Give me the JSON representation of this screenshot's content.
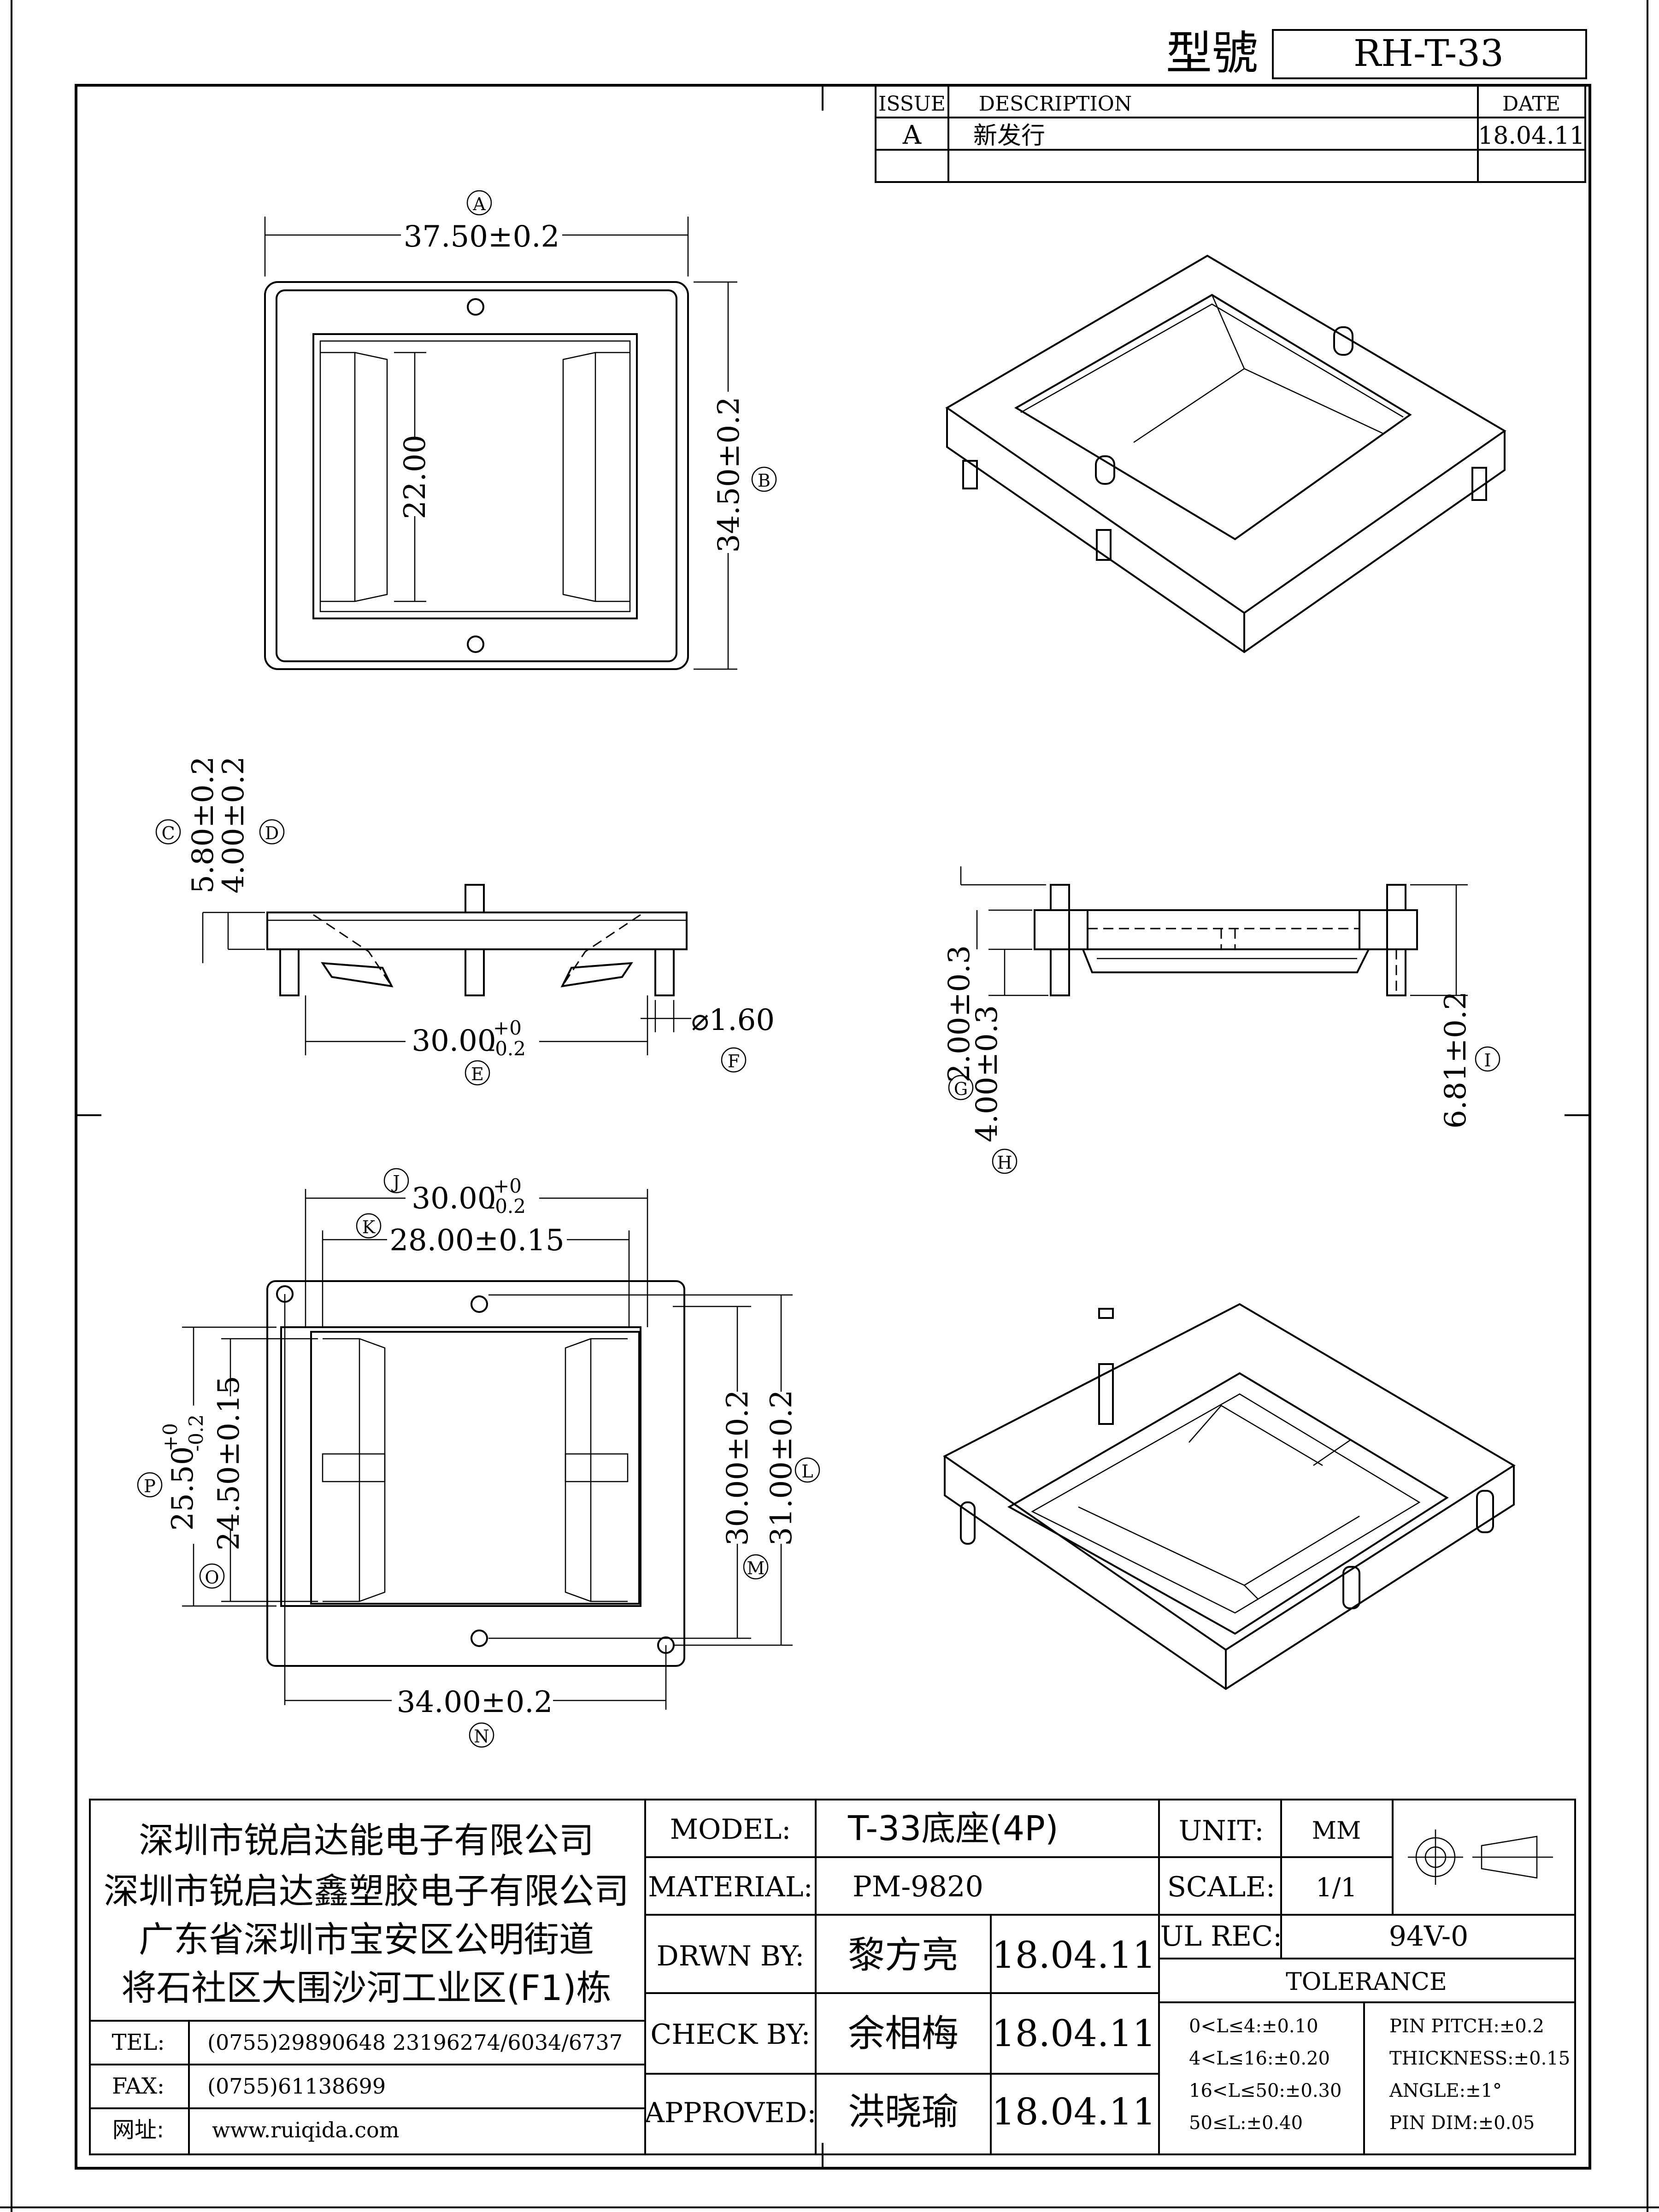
{
  "header": {
    "model_label": "型號",
    "model_no": "RH-T-33"
  },
  "revision": {
    "headers": [
      "ISSUE",
      "DESCRIPTION",
      "DATE"
    ],
    "rows": [
      {
        "issue": "A",
        "description": "新发行",
        "date": "18.04.11"
      }
    ]
  },
  "dimensions": {
    "A": {
      "letter": "A",
      "text": "37.50±0.2"
    },
    "B": {
      "letter": "B",
      "text": "34.50±0.2"
    },
    "inner_22": {
      "text": "22.00"
    },
    "C": {
      "letter": "C",
      "text": "5.80±0.2"
    },
    "D": {
      "letter": "D",
      "text": "4.00±0.2"
    },
    "E": {
      "letter": "E",
      "base": "30.00",
      "tol_up": "+0",
      "tol_down": "-0.2"
    },
    "F": {
      "letter": "F",
      "text": "⌀1.60"
    },
    "G": {
      "letter": "G",
      "text": "2.00±0.3"
    },
    "H": {
      "letter": "H",
      "text": "4.00±0.3"
    },
    "I": {
      "letter": "I",
      "text": "6.81±0.2"
    },
    "J": {
      "letter": "J",
      "base": "30.00",
      "tol_up": "+0",
      "tol_down": "-0.2"
    },
    "K": {
      "letter": "K",
      "text": "28.00±0.15"
    },
    "L": {
      "letter": "L",
      "text": "31.00±0.2"
    },
    "M": {
      "letter": "M",
      "text": "30.00±0.2"
    },
    "N": {
      "letter": "N",
      "text": "34.00±0.2"
    },
    "O": {
      "letter": "O",
      "text": "24.50±0.15"
    },
    "P": {
      "letter": "P",
      "base": "25.50",
      "tol_up": "+0",
      "tol_down": "-0.2"
    }
  },
  "title_block": {
    "company": [
      "深圳市锐启达能电子有限公司",
      "深圳市锐启达鑫塑胶电子有限公司",
      "广东省深圳市宝安区公明街道",
      "将石社区大围沙河工业区(F1)栋"
    ],
    "contacts": [
      {
        "label": "TEL:",
        "value": "(0755)29890648  23196274/6034/6737"
      },
      {
        "label": "FAX:",
        "value": "(0755)61138699"
      },
      {
        "label": "网址:",
        "value": "www.ruiqida.com"
      }
    ],
    "model": {
      "label": "MODEL:",
      "value": "T-33底座(4P)"
    },
    "material": {
      "label": "MATERIAL:",
      "value": "PM-9820"
    },
    "drawn": {
      "label": "DRWN BY:",
      "name": "黎方亮",
      "date": "18.04.11"
    },
    "checked": {
      "label": "CHECK BY:",
      "name": "余相梅",
      "date": "18.04.11"
    },
    "approved": {
      "label": "APPROVED:",
      "name": "洪晓瑜",
      "date": "18.04.11"
    },
    "unit": {
      "label": "UNIT:",
      "value": "MM"
    },
    "scale": {
      "label": "SCALE:",
      "value": "1/1"
    },
    "ul": {
      "label": "UL REC:",
      "value": "94V-0"
    },
    "tolerance": {
      "title": "TOLERANCE",
      "left": [
        "0<L≤4:±0.10",
        "4<L≤16:±0.20",
        "16<L≤50:±0.30",
        "50≤L:±0.40"
      ],
      "right": [
        "PIN PITCH:±0.2",
        "THICKNESS:±0.15",
        "ANGLE:±1°",
        "PIN DIM:±0.05"
      ]
    }
  }
}
